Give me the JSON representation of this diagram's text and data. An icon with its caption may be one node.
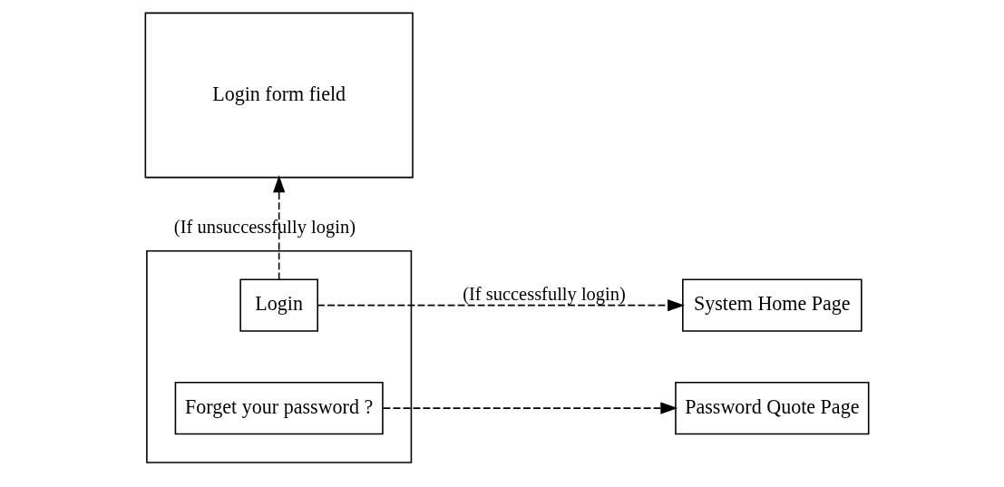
{
  "diagram": {
    "nodes": [
      {
        "text": [],
        "shape": "box"
      },
      {
        "text": [
          "Login"
        ],
        "in": 0
      },
      {
        "text": [
          "Forget your password ?"
        ],
        "in": 0
      },
      {
        "text": [
          "Login form field"
        ]
      },
      {
        "text": [
          "System Home Page"
        ]
      },
      {
        "text": [
          "Password Quote Page"
        ]
      }
    ],
    "edges": [
      {
        "from": 1,
        "to": 4,
        "arrow": "to",
        "style": "dashed",
        "label": "(If successfully login)"
      },
      {
        "from": 2,
        "to": 5,
        "arrow": "to",
        "style": "dashed"
      },
      {
        "from": 1,
        "to": 3,
        "arrow": "to",
        "style": "dashed",
        "label": "(If unsuccessfully login)"
      }
    ]
  }
}
